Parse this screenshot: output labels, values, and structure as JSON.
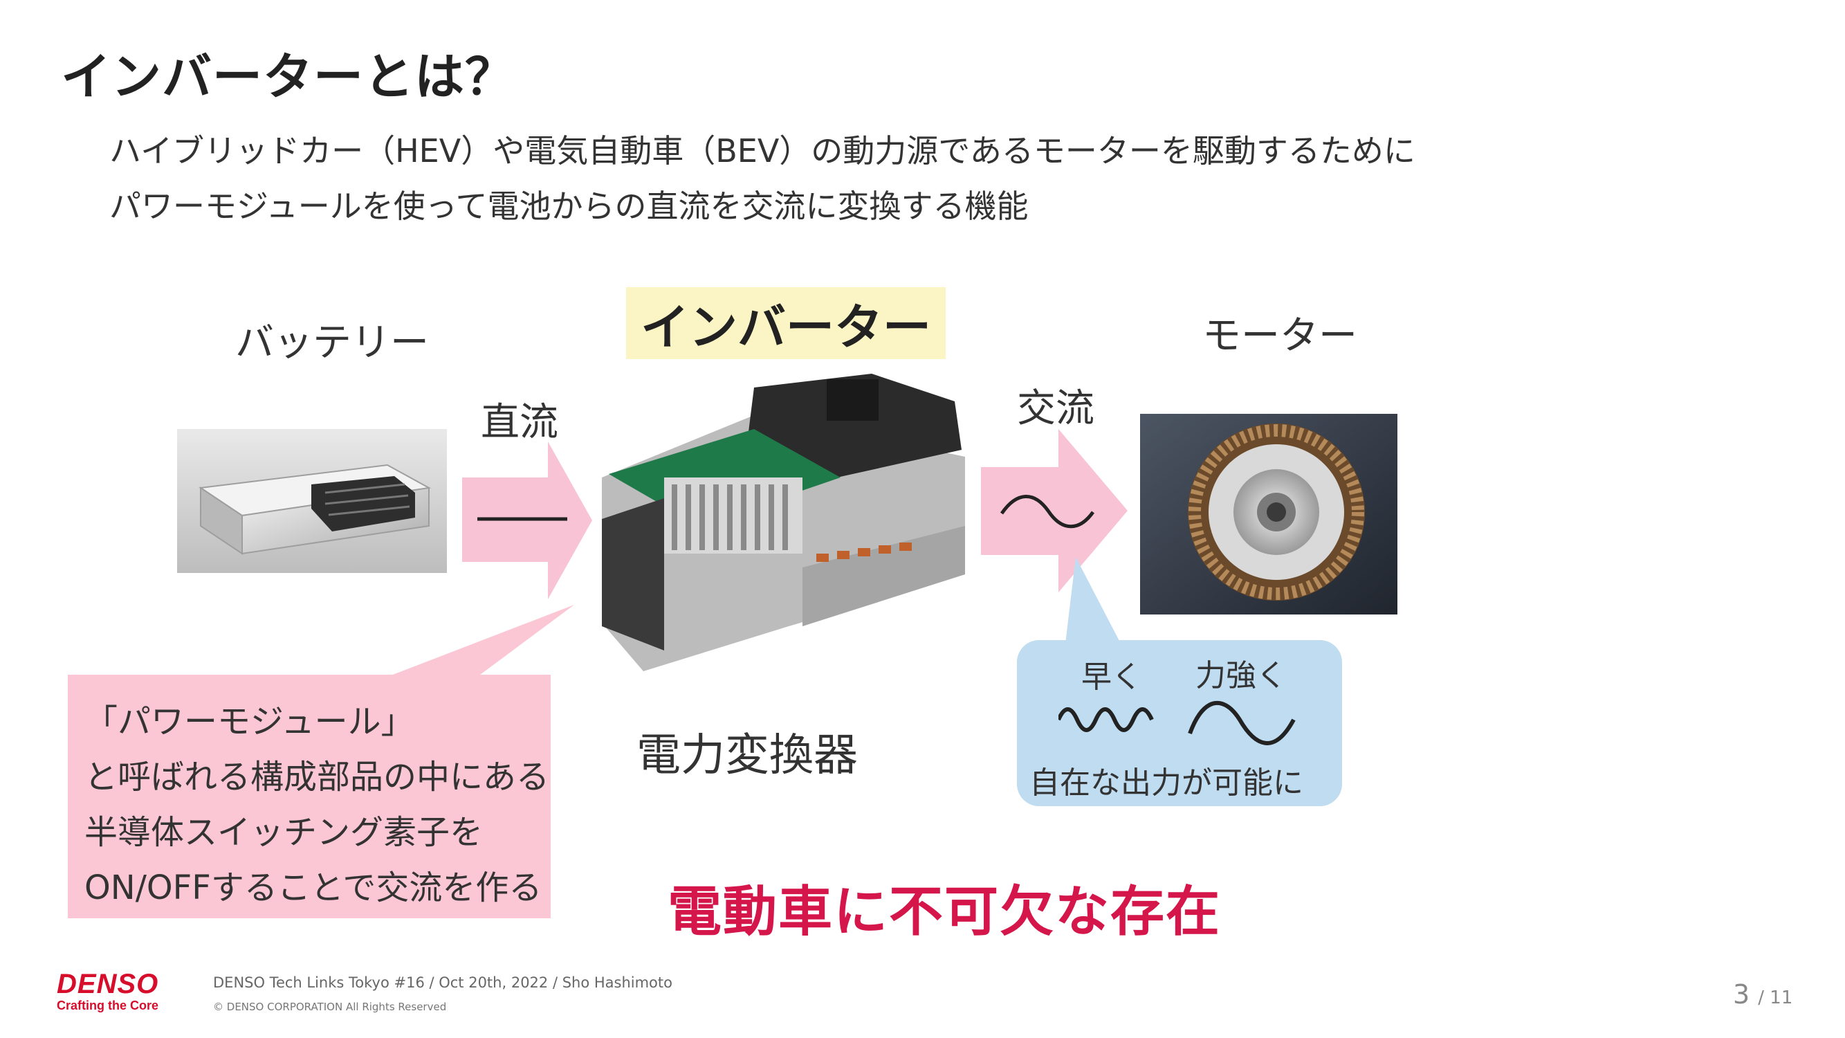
{
  "title": "インバーターとは？",
  "description": [
    "ハイブリッドカー（HEV）や電気自動車（BEV）の動力源であるモーターを駆動するために",
    "パワーモジュールを使って電池からの直流を交流に変換する機能"
  ],
  "diagram": {
    "battery_label": "バッテリー",
    "inverter_label": "インバーター",
    "motor_label": "モーター",
    "dc_label": "直流",
    "ac_label": "交流",
    "converter_label": "電力変換器",
    "power_module_note": [
      "「パワーモジュール」",
      "と呼ばれる構成部品の中にある",
      "半導体スイッチング素子を",
      "ON/OFFすることで交流を作る"
    ],
    "output_note": {
      "fast": "早く",
      "strong": "力強く",
      "caption": "自在な出力が可能に"
    },
    "highlight": "電動車に不可欠な存在"
  },
  "footer": {
    "brand": "DENSO",
    "tagline": "Crafting the Core",
    "event": "DENSO Tech Links Tokyo #16 / Oct 20th, 2022 / Sho Hashimoto",
    "copyright": "© DENSO CORPORATION All Rights Reserved",
    "page": "3",
    "total": "/ 11"
  },
  "colors": {
    "arrow_pink": "#f9c3d6",
    "note_pink": "#fbc7d4",
    "note_blue": "#bfdcf0",
    "highlight_red": "#d4164a",
    "brand_red": "#d60e2c",
    "label_yellow": "#fbf5c5"
  }
}
